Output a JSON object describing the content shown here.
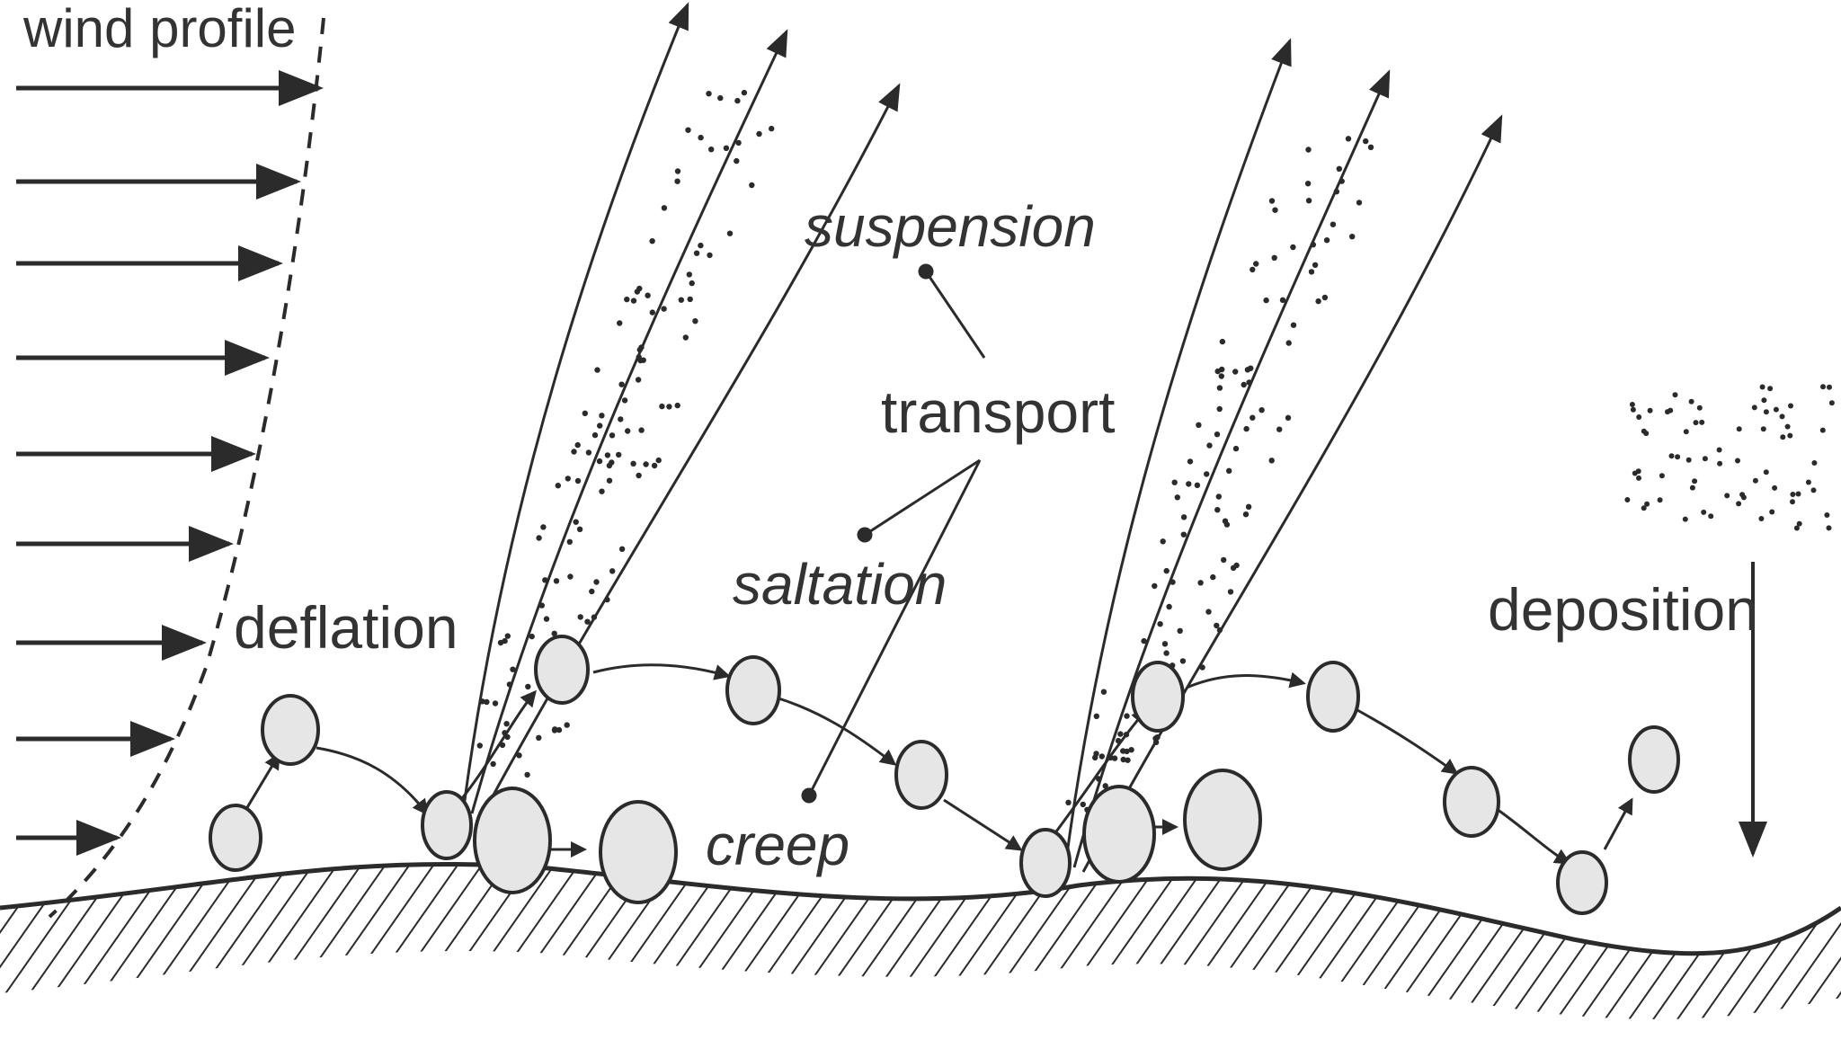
{
  "labels": {
    "wind_profile": "wind profile",
    "deflation": "deflation",
    "suspension": "suspension",
    "transport": "transport",
    "saltation": "saltation",
    "creep": "creep",
    "deposition": "deposition"
  },
  "colors": {
    "ink": "#2b2b2b",
    "grain_fill": "#e6e6e6",
    "background": "#ffffff"
  }
}
